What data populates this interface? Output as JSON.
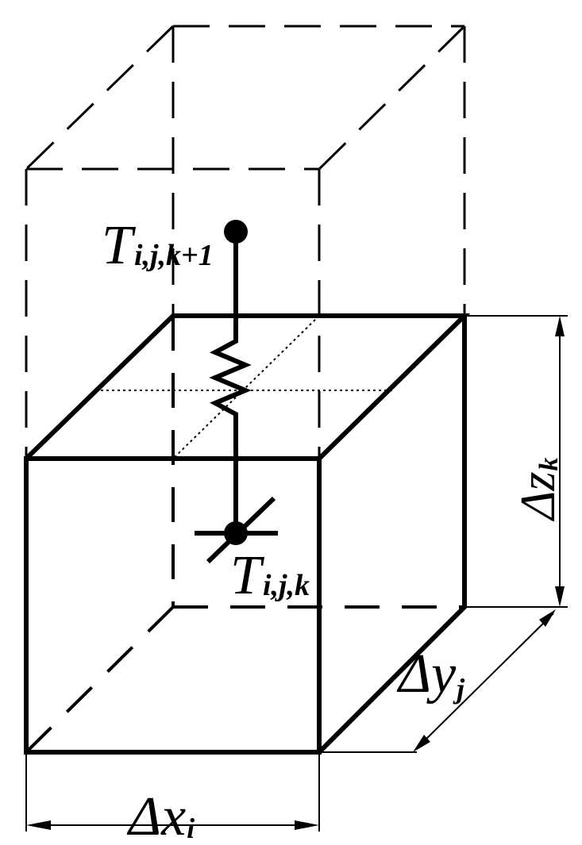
{
  "colors": {
    "ink": "#000000",
    "background": "#ffffff"
  },
  "labels": {
    "t_upper": {
      "symbol": "T",
      "subscript": "i,j,k+1"
    },
    "t_center": {
      "symbol": "T",
      "subscript": "i,j,k"
    },
    "dz": {
      "symbol": "Δz",
      "subscript": "k"
    },
    "dy": {
      "symbol": "Δy",
      "subscript": "j"
    },
    "dx": {
      "symbol": "Δx",
      "subscript": "i"
    }
  }
}
